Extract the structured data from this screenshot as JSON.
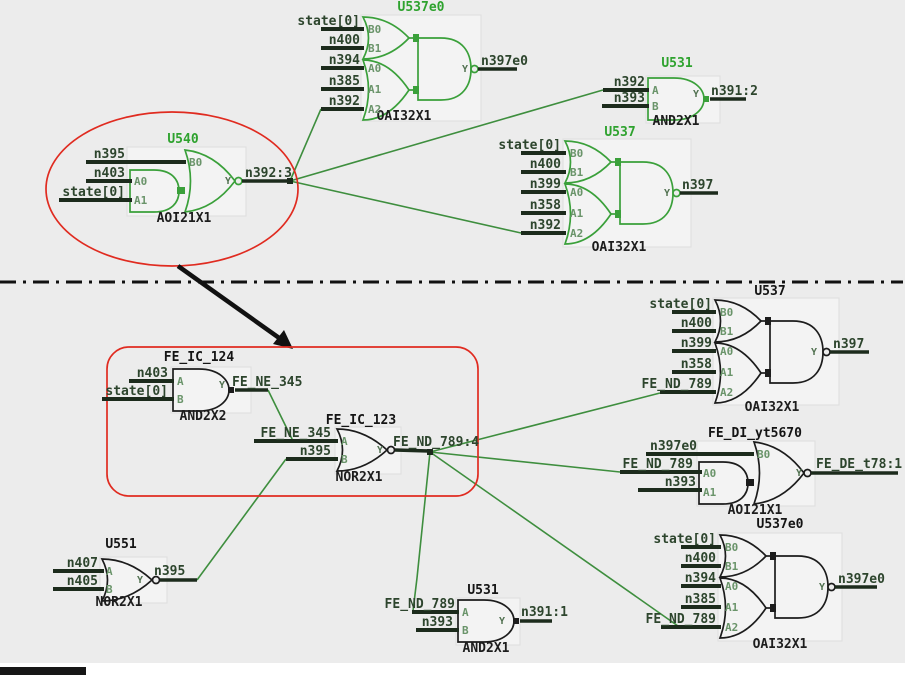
{
  "diagram_type": "logic-schematic-transformation",
  "colors": {
    "background": "#ececec",
    "gate_green": "#3aa03a",
    "gate_black": "#1c1c1c",
    "net_line_green": "#3e8e3e",
    "net_label_green": "#2d452d",
    "instance_title_green": "#2ea22e",
    "highlight_red": "#e02b20",
    "divider_black": "#111111"
  },
  "gates": [
    {
      "instance": "U537e0",
      "cell": "OAI32X1",
      "section": "top",
      "out_pin": "Y",
      "out_net": "n397e0",
      "pins": [
        "B0",
        "B1",
        "A0",
        "A1",
        "A2"
      ],
      "nets": [
        "state[0]",
        "n400",
        "n394",
        "n385",
        "n392"
      ]
    },
    {
      "instance": "U540",
      "cell": "AOI21X1",
      "section": "top",
      "out_pin": "Y",
      "out_net": "n392:3",
      "pins": [
        "B0",
        "A0",
        "A1"
      ],
      "nets": [
        "n395",
        "n403",
        "state[0]"
      ]
    },
    {
      "instance": "U531",
      "cell": "AND2X1",
      "section": "top",
      "out_pin": "Y",
      "out_net": "n391:2",
      "pins": [
        "A",
        "B"
      ],
      "nets": [
        "n392",
        "n393"
      ]
    },
    {
      "instance": "U537",
      "cell": "OAI32X1",
      "section": "top",
      "out_pin": "Y",
      "out_net": "n397",
      "pins": [
        "B0",
        "B1",
        "A0",
        "A1",
        "A2"
      ],
      "nets": [
        "state[0]",
        "n400",
        "n399",
        "n358",
        "n392"
      ]
    },
    {
      "instance": "FE_IC_124",
      "cell": "AND2X2",
      "section": "bottom",
      "out_pin": "Y",
      "out_net": "FE_NE_345",
      "pins": [
        "A",
        "B"
      ],
      "nets": [
        "n403",
        "state[0]"
      ]
    },
    {
      "instance": "FE_IC_123",
      "cell": "NOR2X1",
      "section": "bottom",
      "out_pin": "Y",
      "out_net": "FE_ND_789:4",
      "pins": [
        "A",
        "B"
      ],
      "nets": [
        "FE_NE_345",
        "n395"
      ]
    },
    {
      "instance": "U551",
      "cell": "NOR2X1",
      "section": "bottom",
      "out_pin": "Y",
      "out_net": "n395",
      "pins": [
        "A",
        "B"
      ],
      "nets": [
        "n407",
        "n405"
      ]
    },
    {
      "instance": "U531",
      "cell": "AND2X1",
      "section": "bottom",
      "out_pin": "Y",
      "out_net": "n391:1",
      "pins": [
        "A",
        "B"
      ],
      "nets": [
        "FE_ND_789",
        "n393"
      ]
    },
    {
      "instance": "U537",
      "cell": "OAI32X1",
      "section": "bottom",
      "out_pin": "Y",
      "out_net": "n397",
      "pins": [
        "B0",
        "B1",
        "A0",
        "A1",
        "A2"
      ],
      "nets": [
        "state[0]",
        "n400",
        "n399",
        "n358",
        "FE_ND_789"
      ]
    },
    {
      "instance": "FE_DI_yt5670",
      "cell": "AOI21X1",
      "section": "bottom",
      "out_pin": "Y",
      "out_net": "FE_DE_t78:1",
      "pins": [
        "B0",
        "A0",
        "A1"
      ],
      "nets": [
        "n397e0",
        "FE_ND_789",
        "n393"
      ]
    },
    {
      "instance": "U537e0",
      "cell": "OAI32X1",
      "section": "bottom",
      "out_pin": "Y",
      "out_net": "n397e0",
      "pins": [
        "B0",
        "B1",
        "A0",
        "A1",
        "A2"
      ],
      "nets": [
        "state[0]",
        "n400",
        "n394",
        "n385",
        "FE_ND_789"
      ]
    }
  ]
}
